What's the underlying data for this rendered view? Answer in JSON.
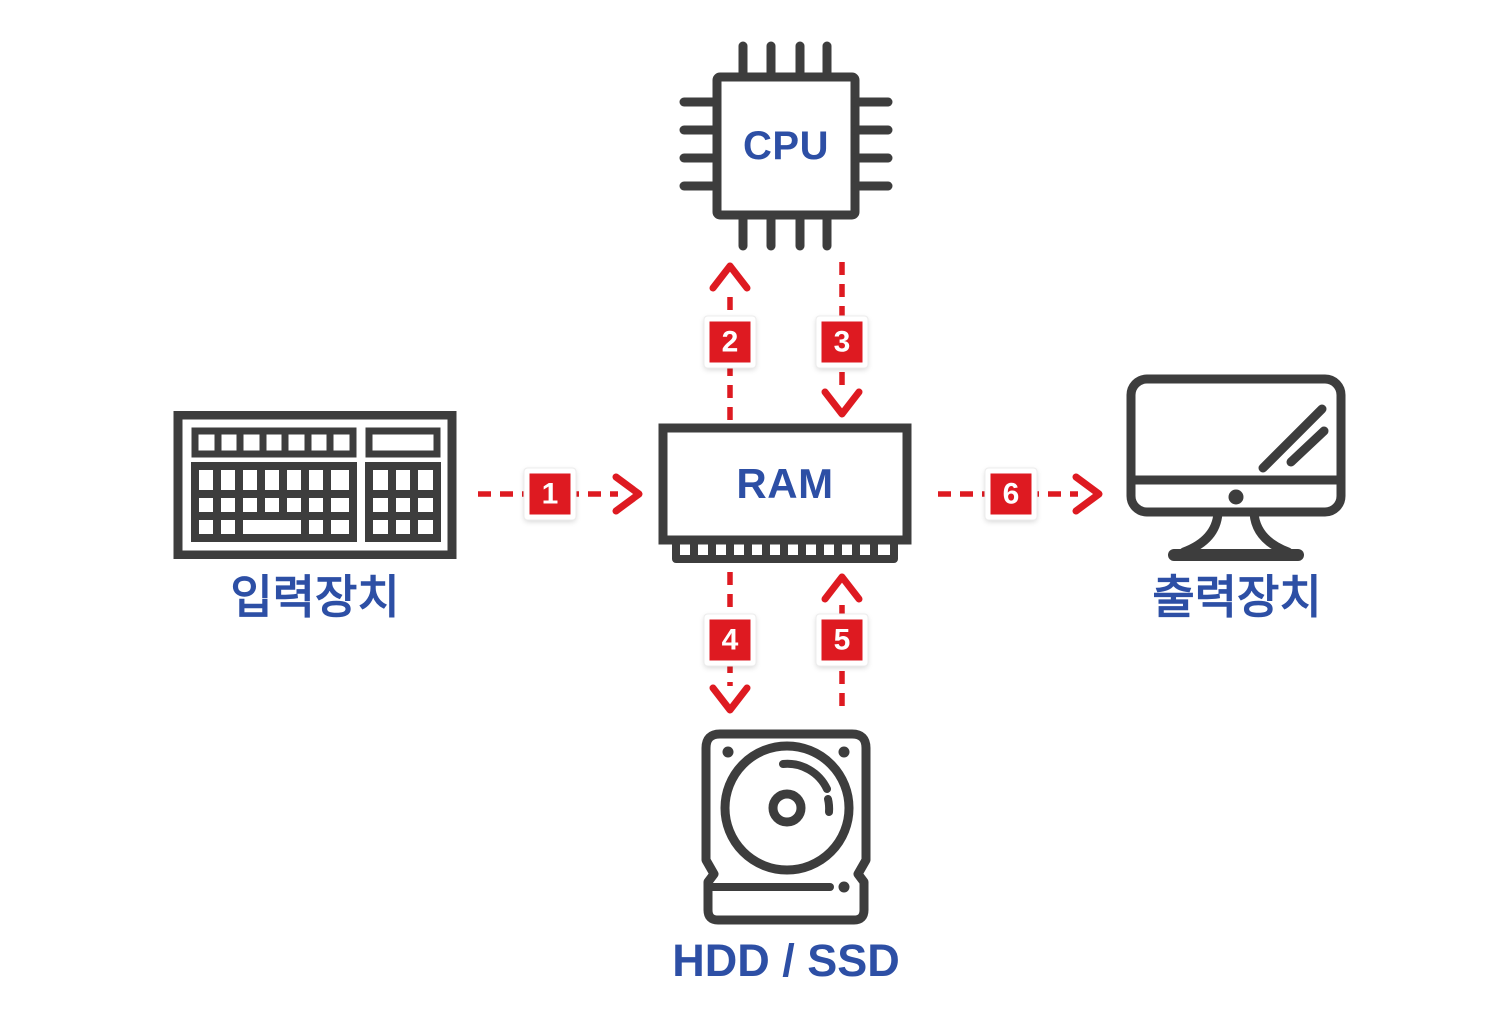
{
  "diagram": {
    "background": "#ffffff",
    "colors": {
      "accent_red": "#de1a21",
      "label_blue": "#2d4fa5",
      "icon_stroke": "#3d3d3d",
      "badge_text": "#ffffff"
    },
    "nodes": {
      "cpu": {
        "label": "CPU",
        "icon": "cpu-chip-icon"
      },
      "ram": {
        "label": "RAM",
        "icon": "ram-module-icon"
      },
      "input_device": {
        "label": "입력장치",
        "icon": "keyboard-icon"
      },
      "output_device": {
        "label": "출력장치",
        "icon": "monitor-icon"
      },
      "storage": {
        "label": "HDD / SSD",
        "icon": "hard-drive-icon"
      }
    },
    "flow_steps": [
      {
        "number": "1",
        "from": "입력장치",
        "to": "RAM",
        "direction": "right"
      },
      {
        "number": "2",
        "from": "RAM",
        "to": "CPU",
        "direction": "up"
      },
      {
        "number": "3",
        "from": "CPU",
        "to": "RAM",
        "direction": "down"
      },
      {
        "number": "4",
        "from": "RAM",
        "to": "HDD / SSD",
        "direction": "down"
      },
      {
        "number": "5",
        "from": "HDD / SSD",
        "to": "RAM",
        "direction": "up"
      },
      {
        "number": "6",
        "from": "RAM",
        "to": "출력장치",
        "direction": "right"
      }
    ]
  }
}
